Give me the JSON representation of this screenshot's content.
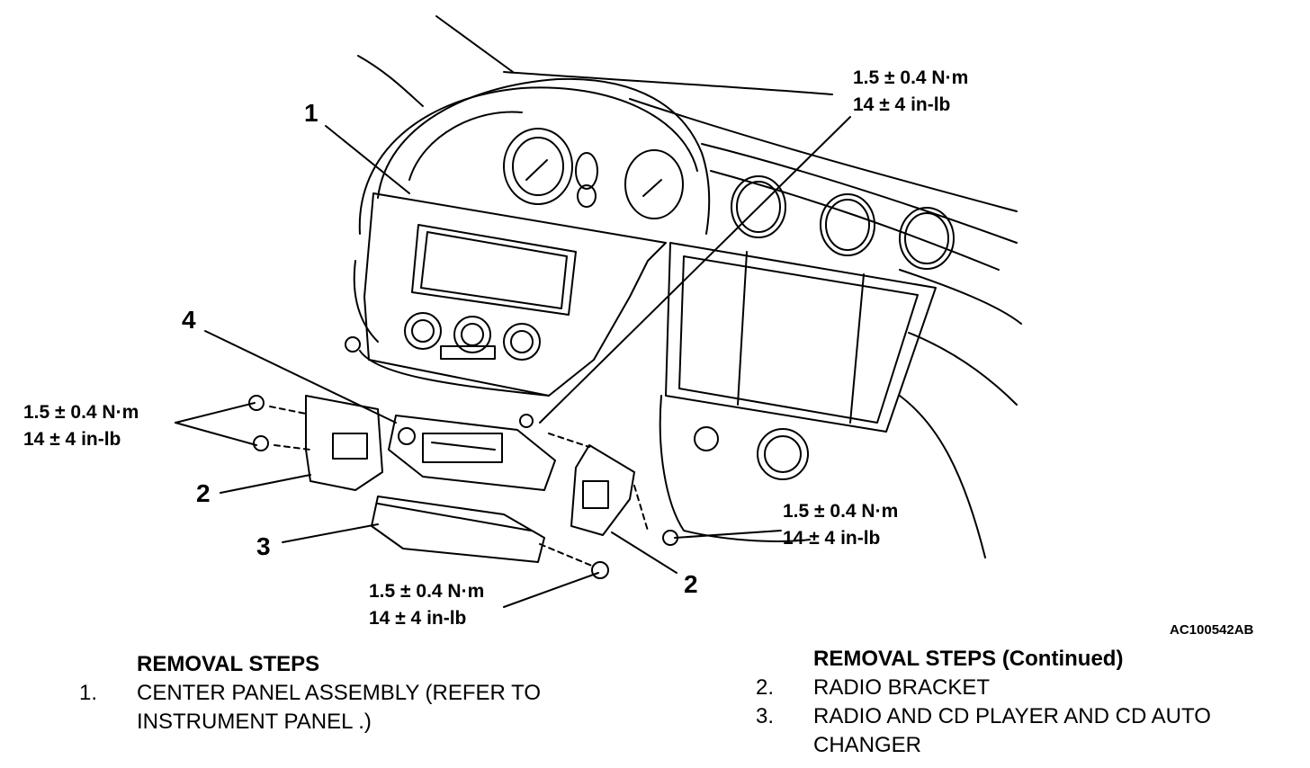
{
  "callouts": {
    "c1": "1",
    "c4": "4",
    "c2_left": "2",
    "c2_right": "2",
    "c3": "3"
  },
  "torque_specs": [
    {
      "nm": "1.5 ± 0.4 N·m",
      "inlb": "14 ± 4 in-lb"
    },
    {
      "nm": "1.5 ± 0.4 N·m",
      "inlb": "14 ± 4 in-lb"
    },
    {
      "nm": "1.5 ± 0.4 N·m",
      "inlb": "14 ± 4 in-lb"
    },
    {
      "nm": "1.5 ± 0.4 N·m",
      "inlb": "14 ± 4 in-lb"
    }
  ],
  "figure_code": "AC100542AB",
  "removal_left": {
    "heading": "REMOVAL STEPS",
    "steps": [
      {
        "num": "1.",
        "text": "CENTER PANEL ASSEMBLY (REFER TO INSTRUMENT PANEL .)"
      }
    ]
  },
  "removal_right": {
    "heading": "REMOVAL STEPS (Continued)",
    "steps": [
      {
        "num": "2.",
        "text": "RADIO BRACKET"
      },
      {
        "num": "3.",
        "text": "RADIO AND CD PLAYER AND CD AUTO CHANGER"
      }
    ]
  }
}
